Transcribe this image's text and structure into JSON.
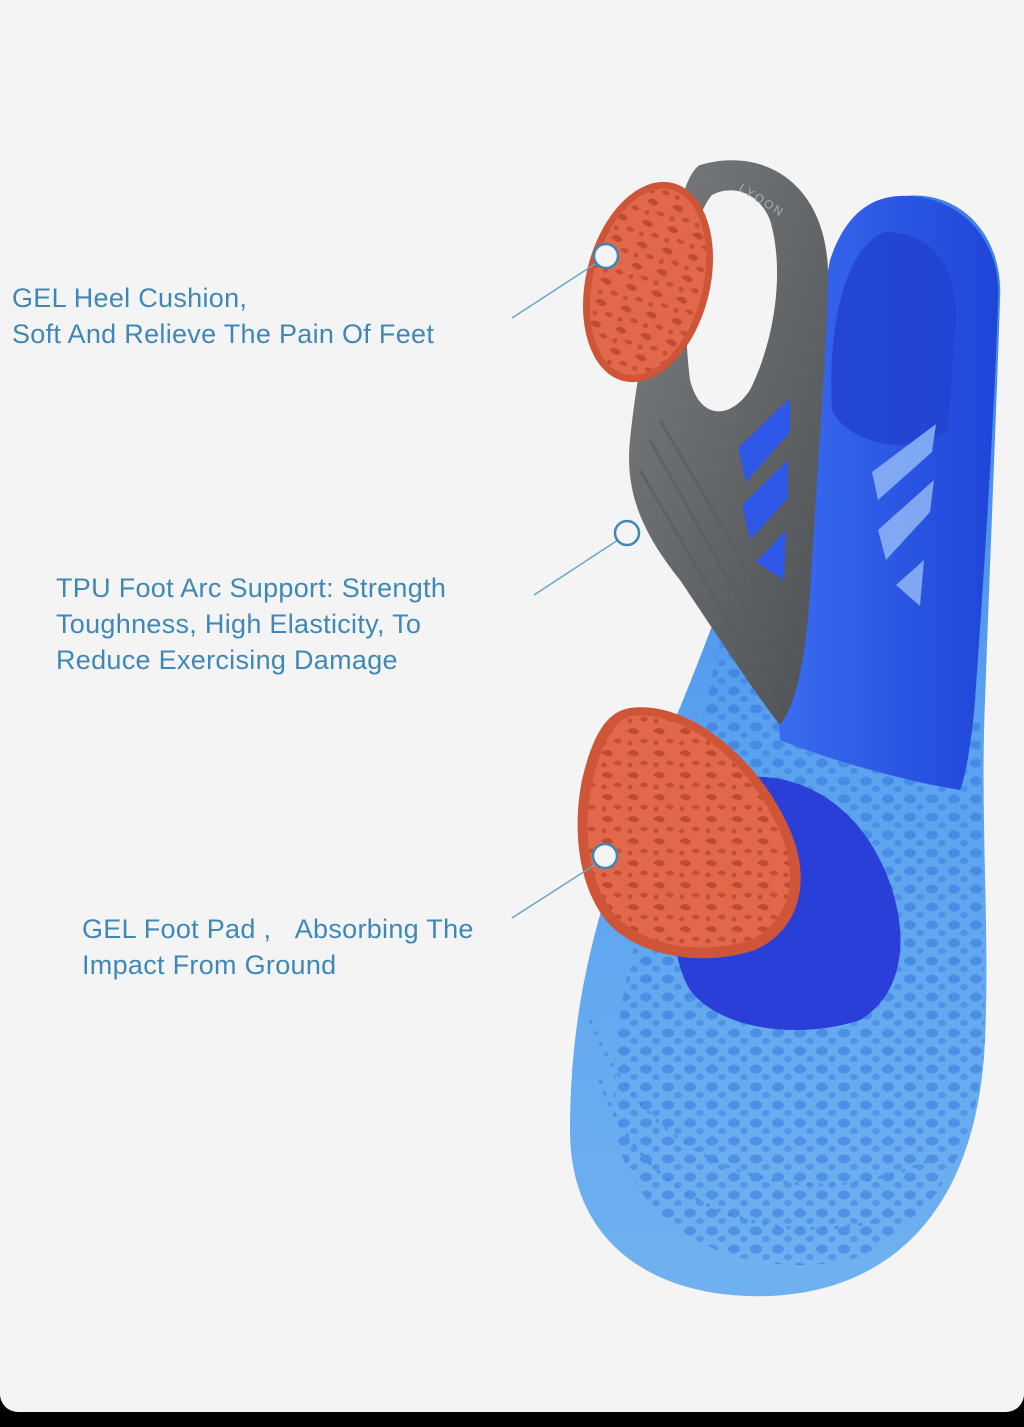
{
  "colors": {
    "background": "#f4f4f4",
    "text": "#3f88b6",
    "leader_line": "#6aa6c9",
    "insole_blue": "#2f57e8",
    "gel_blue": "#4f98ee",
    "tpu_gray": "#6c6f72",
    "gel_pad_orange": "#e2684c"
  },
  "callouts": [
    {
      "lines": [
        "GEL Heel Cushion,",
        "Soft And Relieve The Pain Of Feet"
      ]
    },
    {
      "lines": [
        "TPU Foot Arc Support: Strength",
        "Toughness, High Elasticity, To",
        "Reduce Exercising Damage"
      ]
    },
    {
      "lines": [
        "GEL Foot Pad ,   Absorbing The",
        "Impact From Ground"
      ]
    }
  ],
  "brand_mark": "LYOON"
}
